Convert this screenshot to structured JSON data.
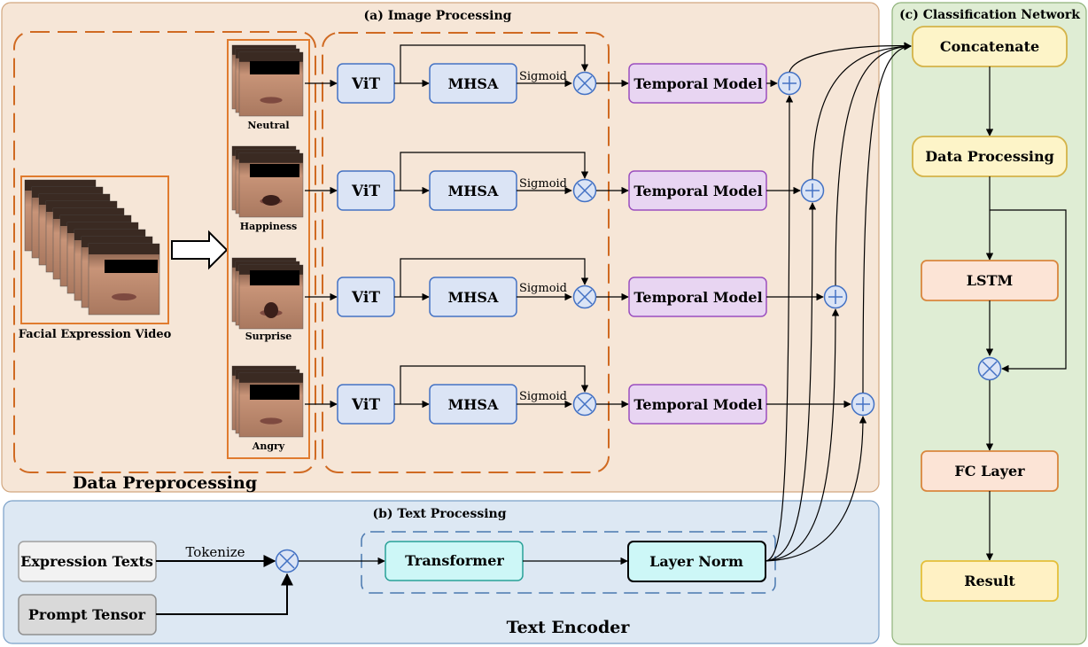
{
  "sections": {
    "image_processing": "(a) Image Processing",
    "text_processing": "(b) Text Processing",
    "classification": "(c) Classification Network",
    "data_preprocessing": "Data Preprocessing",
    "text_encoder": "Text Encoder"
  },
  "video_label": "Facial Expression Video",
  "expressions": [
    {
      "label": "Neutral",
      "vit": "ViT",
      "mhsa": "MHSA",
      "sigmoid": "Sigmoid",
      "temporal": "Temporal Model"
    },
    {
      "label": "Happiness",
      "vit": "ViT",
      "mhsa": "MHSA",
      "sigmoid": "Sigmoid",
      "temporal": "Temporal Model"
    },
    {
      "label": "Surprise",
      "vit": "ViT",
      "mhsa": "MHSA",
      "sigmoid": "Sigmoid",
      "temporal": "Temporal Model"
    },
    {
      "label": "Angry",
      "vit": "ViT",
      "mhsa": "MHSA",
      "sigmoid": "Sigmoid",
      "temporal": "Temporal Model"
    }
  ],
  "text_processing": {
    "expression_texts": "Expression Texts",
    "prompt_tensor": "Prompt Tensor",
    "tokenize": "Tokenize",
    "transformer": "Transformer",
    "layer_norm": "Layer Norm"
  },
  "classification": {
    "concatenate": "Concatenate",
    "data_processing": "Data Processing",
    "lstm": "LSTM",
    "fc_layer": "FC Layer",
    "result": "Result"
  },
  "colors": {
    "image_bg": "#f6e6d7",
    "text_bg": "#dde8f3",
    "class_bg": "#dfedd4",
    "orange": "#e07b2e",
    "vit_fill": "#dbe4f5",
    "vit_stroke": "#4472c4",
    "temporal_fill": "#e8d5f2",
    "temporal_stroke": "#9b4fbf",
    "transformer_fill": "#cdf7f7",
    "transformer_stroke": "#2aa198",
    "concat_fill": "#fdf4c8",
    "concat_stroke": "#d4b348",
    "lstm_fill": "#fce4d6",
    "lstm_stroke": "#d9863d"
  }
}
